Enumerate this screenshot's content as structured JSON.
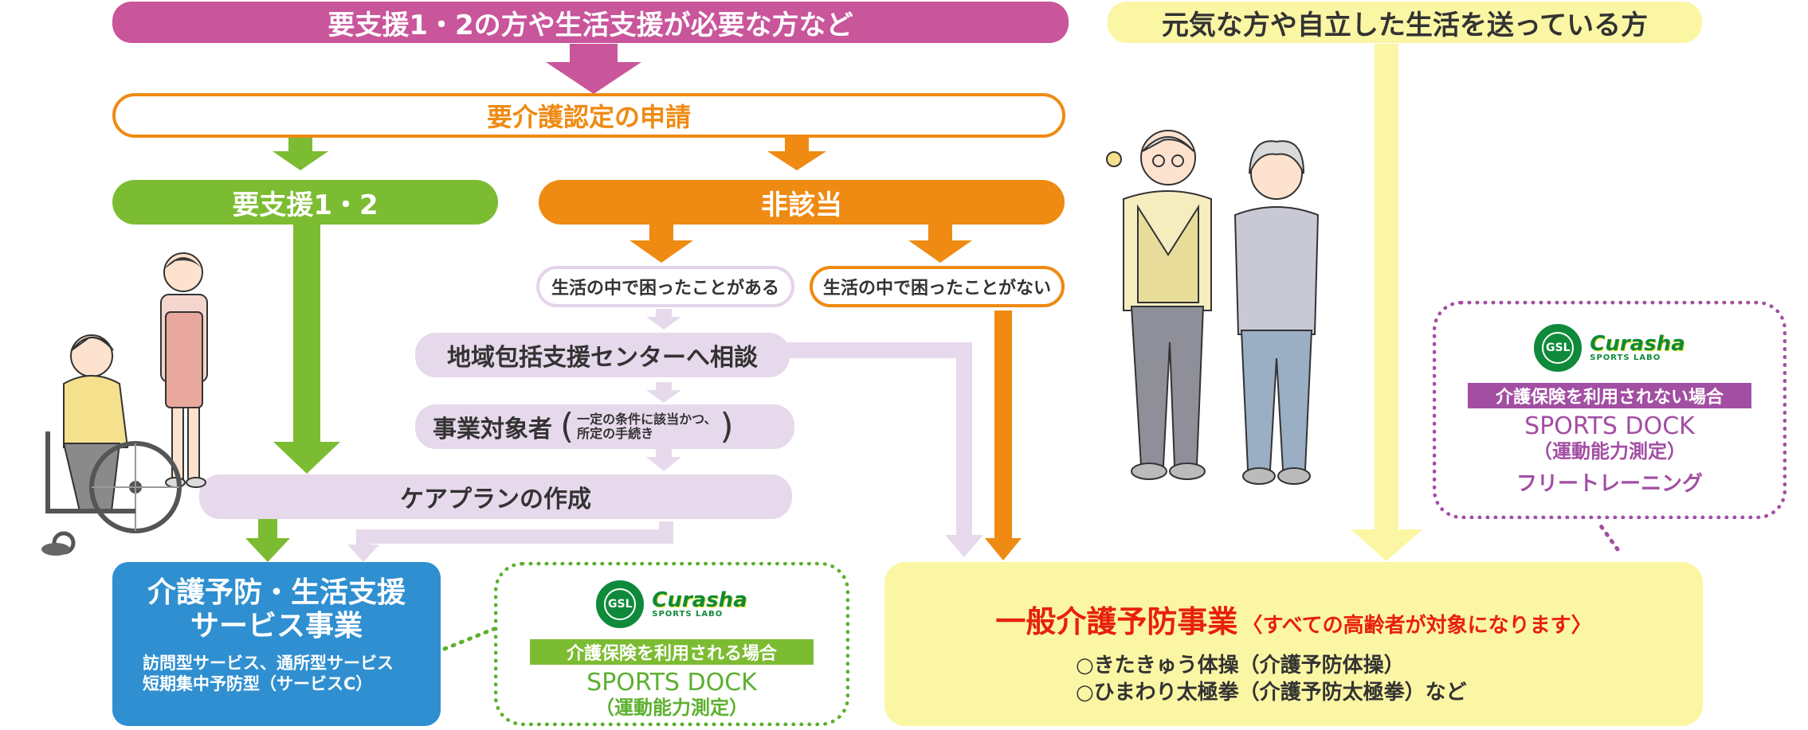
{
  "top": {
    "left_banner": "要支援1・2の方や生活支援が必要な方など",
    "right_banner": "元気な方や自立した生活を送っている方"
  },
  "application": "要介護認定の申請",
  "results": {
    "support": "要支援1・2",
    "not_applicable": "非該当"
  },
  "branches": {
    "has_trouble": "生活の中で困ったことがある",
    "no_trouble": "生活の中で困ったことがない"
  },
  "steps": {
    "consult": "地域包括支援センターへ相談",
    "target_label": "事業対象者",
    "target_note_line1": "一定の条件に該当かつ、",
    "target_note_line2": "所定の手続き",
    "careplan": "ケアプランの作成"
  },
  "service_box": {
    "title_line1": "介護予防・生活支援",
    "title_line2": "サービス事業",
    "desc_line1": "訪問型サービス、通所型サービス",
    "desc_line2": "短期集中予防型（サービスC）"
  },
  "dock_insured": {
    "logo_gsl": "GSL",
    "logo_name": "Curasha",
    "logo_sub": "SPORTS LABO",
    "label": "介護保険を利用される場合",
    "title": "SPORTS DOCK",
    "subtitle": "（運動能力測定）"
  },
  "dock_uninsured": {
    "logo_gsl": "GSL",
    "logo_name": "Curasha",
    "logo_sub": "SPORTS LABO",
    "label": "介護保険を利用されない場合",
    "title": "SPORTS DOCK",
    "subtitle": "（運動能力測定）",
    "extra": "フリートレーニング"
  },
  "general": {
    "title": "一般介護予防事業",
    "note": "〈すべての高齢者が対象になります〉",
    "item1": "○きたきゅう体操（介護予防体操）",
    "item2": "○ひまわり太極拳（介護予防太極拳）など"
  },
  "colors": {
    "magenta": "#c9559b",
    "orange": "#ef8a12",
    "green": "#7cbc32",
    "lavender": "#e7d9ec",
    "yellow": "#fbf6a4",
    "blue": "#2f8fd0",
    "purple": "#a24ea3",
    "red": "#e8200c"
  }
}
